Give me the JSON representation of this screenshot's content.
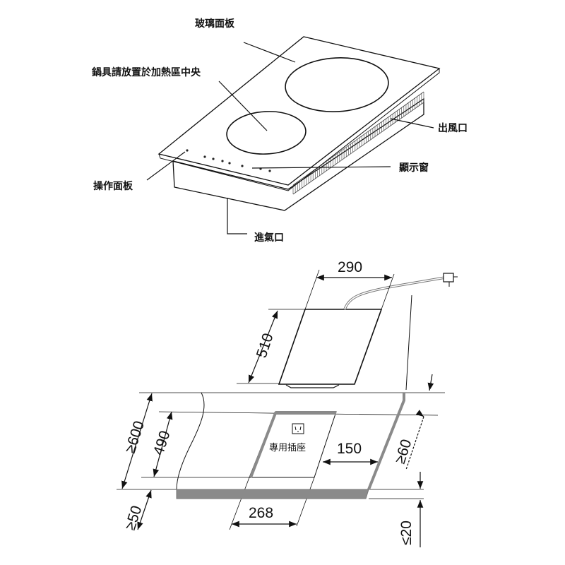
{
  "top_diagram": {
    "labels": {
      "glass_panel": "玻璃面板",
      "pot_center": "鍋具請放置於加熱區中央",
      "air_outlet": "出風口",
      "display_window": "顯示窗",
      "control_panel": "操作面板",
      "air_inlet": "進氣口"
    }
  },
  "install_diagram": {
    "dimensions": {
      "width": "290",
      "depth": "510",
      "counter_depth": "≥600",
      "cutout_depth": "490",
      "front_margin": "≥50",
      "cutout_width": "268",
      "socket_gap": "150",
      "rear_margin": "≥60",
      "counter_thickness": "≤20"
    },
    "socket_label": "專用插座"
  },
  "colors": {
    "line": "#111111",
    "counter_edge": "#8a8a8a"
  }
}
